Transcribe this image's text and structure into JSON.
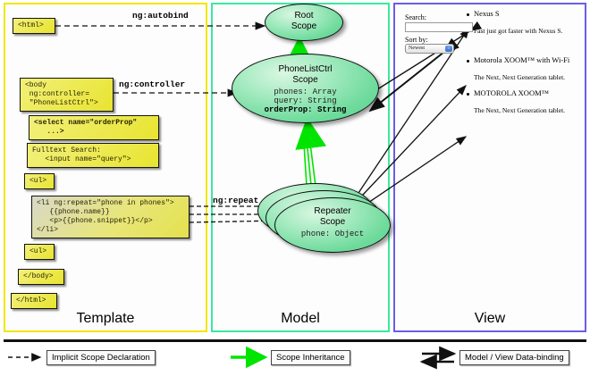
{
  "panels": {
    "template": {
      "label": "Template",
      "border_color": "#f2e600"
    },
    "model": {
      "label": "Model",
      "border_color": "#3ce8a0"
    },
    "view": {
      "label": "View",
      "border_color": "#6c5ce7"
    }
  },
  "template_boxes": [
    {
      "id": "html-open",
      "text": "<html>"
    },
    {
      "id": "body-open",
      "text": "<body\n ng:controller=\n \"PhoneListCtrl\">"
    },
    {
      "id": "select-orderprop",
      "text": "<select name=\"orderProp\"\n   ...>"
    },
    {
      "id": "fulltext-search",
      "text": "Fulltext Search:\n   <input name=\"query\">"
    },
    {
      "id": "ul-open",
      "text": "<ul>"
    },
    {
      "id": "li-ngrepeat",
      "text": "<li ng:repeat=\"phone in phones\">\n   {{phone.name}}\n   <p>{{phone.snippet}}</p>\n</li>"
    },
    {
      "id": "ul-close",
      "text": "<ul>"
    },
    {
      "id": "body-close",
      "text": "</body>"
    },
    {
      "id": "html-close",
      "text": "</html>"
    }
  ],
  "scopes": [
    {
      "id": "root-scope",
      "title_line1": "Root",
      "title_line2": "Scope",
      "attrs": []
    },
    {
      "id": "phonelistctrl-scope",
      "title_line1": "PhoneListCtrl",
      "title_line2": "Scope",
      "attrs": [
        {
          "text": "phones: Array",
          "bold": false
        },
        {
          "text": "query: String",
          "bold": false
        },
        {
          "text": "orderProp: String",
          "bold": true
        }
      ]
    },
    {
      "id": "repeater-scope",
      "title_line1": "Repeater",
      "title_line2": "Scope",
      "attrs": [
        {
          "text": "phone: Object",
          "bold": false
        }
      ]
    }
  ],
  "edge_labels": [
    {
      "id": "ng-autobind",
      "text": "ng:autobind"
    },
    {
      "id": "ng-controller",
      "text": "ng:controller"
    },
    {
      "id": "ng-repeat",
      "text": "ng:repeat"
    }
  ],
  "view": {
    "search_label": "Search:",
    "search_value": "",
    "sort_label": "Sort by:",
    "sort_selected": "Newest",
    "phones": [
      {
        "name": "Nexus S",
        "snippet": "Fast just got faster with Nexus S."
      },
      {
        "name": "Motorola XOOM™ with Wi-Fi",
        "snippet": "The Next, Next Generation tablet."
      },
      {
        "name": "MOTOROLA XOOM™",
        "snippet": "The Next, Next Generation tablet."
      }
    ]
  },
  "legend": [
    {
      "id": "implicit-scope-declaration",
      "label": "Implicit Scope Declaration",
      "style": "dashed-black"
    },
    {
      "id": "scope-inheritance",
      "label": "Scope Inheritance",
      "style": "solid-green"
    },
    {
      "id": "model-view-databinding",
      "label": "Model / View Data-binding",
      "style": "double-black"
    }
  ],
  "colors": {
    "template_border": "#f2e600",
    "model_border": "#3ce8a0",
    "view_border": "#6c5ce7",
    "scope_green": "#6fdb9c",
    "code_yellow": "#e8e430",
    "inheritance_green": "#00e500"
  }
}
